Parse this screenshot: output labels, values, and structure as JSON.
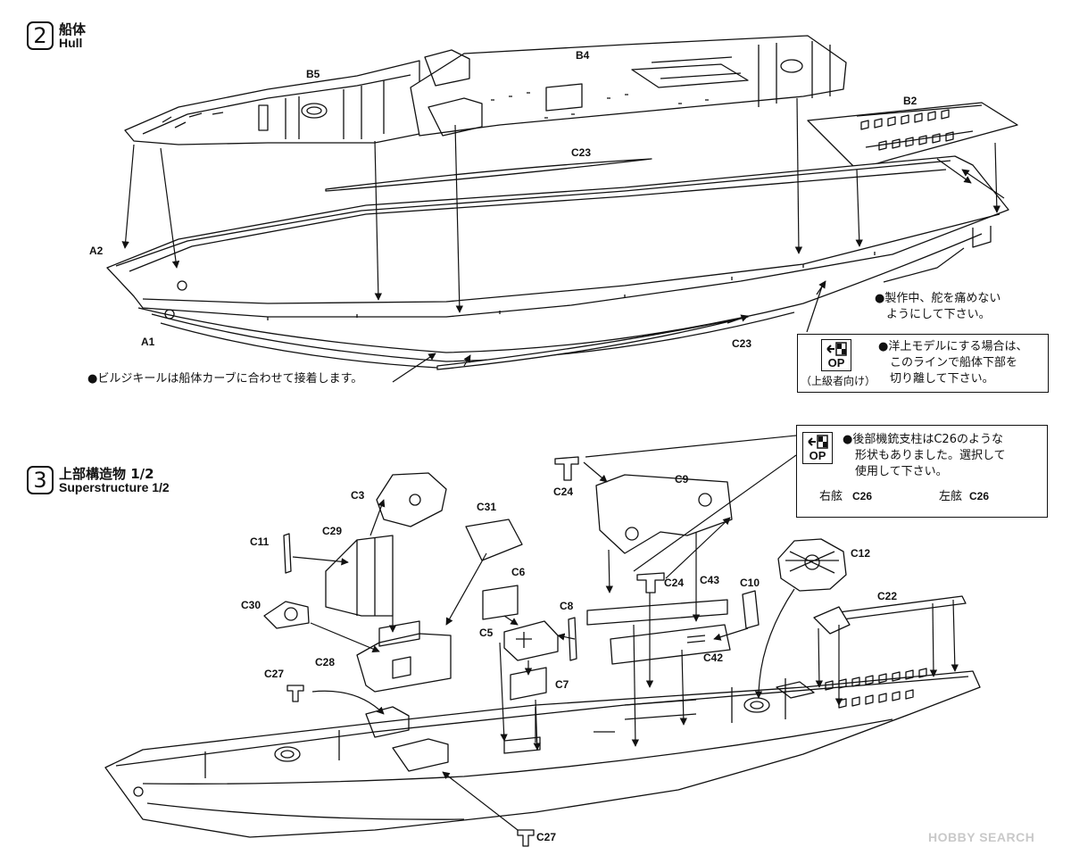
{
  "step2": {
    "number": "2",
    "title_jp": "船体",
    "title_en": "Hull",
    "parts": {
      "a1": "A1",
      "a2": "A2",
      "b2": "B2",
      "b4": "B4",
      "b5": "B5",
      "c23_top": "C23",
      "c23_bottom": "C23"
    },
    "note_bilge": "●ビルジキールは船体カーブに合わせて接着します。",
    "note_rudder_1": "●製作中、舵を痛めない",
    "note_rudder_2": "ようにして下さい。",
    "op_box": {
      "badge": "OP",
      "advanced_label": "（上級者向け）",
      "line_1": "●洋上モデルにする場合は、",
      "line_2": "このラインで船体下部を",
      "line_3": "切り離して下さい。"
    }
  },
  "step3": {
    "number": "3",
    "title_jp": "上部構造物 1/2",
    "title_en": "Superstructure 1/2",
    "parts": {
      "c3": "C3",
      "c5": "C5",
      "c6": "C6",
      "c7": "C7",
      "c8": "C8",
      "c9": "C9",
      "c10": "C10",
      "c11": "C11",
      "c12": "C12",
      "c22": "C22",
      "c24_top": "C24",
      "c24_mid": "C24",
      "c27_top": "C27",
      "c27_bottom": "C27",
      "c28": "C28",
      "c29": "C29",
      "c30": "C30",
      "c31": "C31",
      "c42": "C42",
      "c43": "C43"
    },
    "op_box": {
      "badge": "OP",
      "line_1": "●後部機銃支柱はC26のような",
      "line_2": "形状もありました。選択して",
      "line_3": "使用して下さい。",
      "starboard_label": "右舷",
      "starboard_part": "C26",
      "port_label": "左舷",
      "port_part": "C26"
    }
  },
  "watermark": "HOBBY SEARCH"
}
